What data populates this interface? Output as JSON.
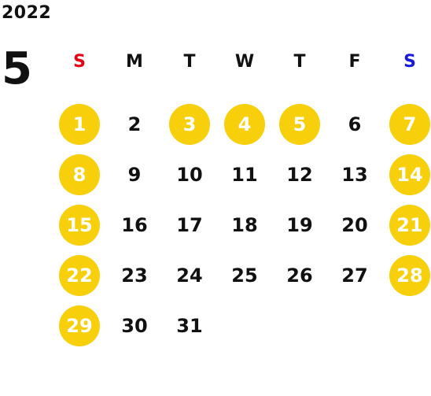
{
  "calendar": {
    "year": "2022",
    "month": "5",
    "weekdays": [
      "S",
      "M",
      "T",
      "W",
      "T",
      "F",
      "S"
    ],
    "colors": {
      "holiday_fill": "#f7cf0a",
      "sunday_header": "#e60012",
      "saturday_header": "#1a1ad9"
    },
    "weeks": [
      [
        {
          "d": "1",
          "h": true
        },
        {
          "d": "2",
          "h": false
        },
        {
          "d": "3",
          "h": true
        },
        {
          "d": "4",
          "h": true
        },
        {
          "d": "5",
          "h": true
        },
        {
          "d": "6",
          "h": false
        },
        {
          "d": "7",
          "h": true
        }
      ],
      [
        {
          "d": "8",
          "h": true
        },
        {
          "d": "9",
          "h": false
        },
        {
          "d": "10",
          "h": false
        },
        {
          "d": "11",
          "h": false
        },
        {
          "d": "12",
          "h": false
        },
        {
          "d": "13",
          "h": false
        },
        {
          "d": "14",
          "h": true
        }
      ],
      [
        {
          "d": "15",
          "h": true
        },
        {
          "d": "16",
          "h": false
        },
        {
          "d": "17",
          "h": false
        },
        {
          "d": "18",
          "h": false
        },
        {
          "d": "19",
          "h": false
        },
        {
          "d": "20",
          "h": false
        },
        {
          "d": "21",
          "h": true
        }
      ],
      [
        {
          "d": "22",
          "h": true
        },
        {
          "d": "23",
          "h": false
        },
        {
          "d": "24",
          "h": false
        },
        {
          "d": "25",
          "h": false
        },
        {
          "d": "26",
          "h": false
        },
        {
          "d": "27",
          "h": false
        },
        {
          "d": "28",
          "h": true
        }
      ],
      [
        {
          "d": "29",
          "h": true
        },
        {
          "d": "30",
          "h": false
        },
        {
          "d": "31",
          "h": false
        }
      ]
    ]
  }
}
